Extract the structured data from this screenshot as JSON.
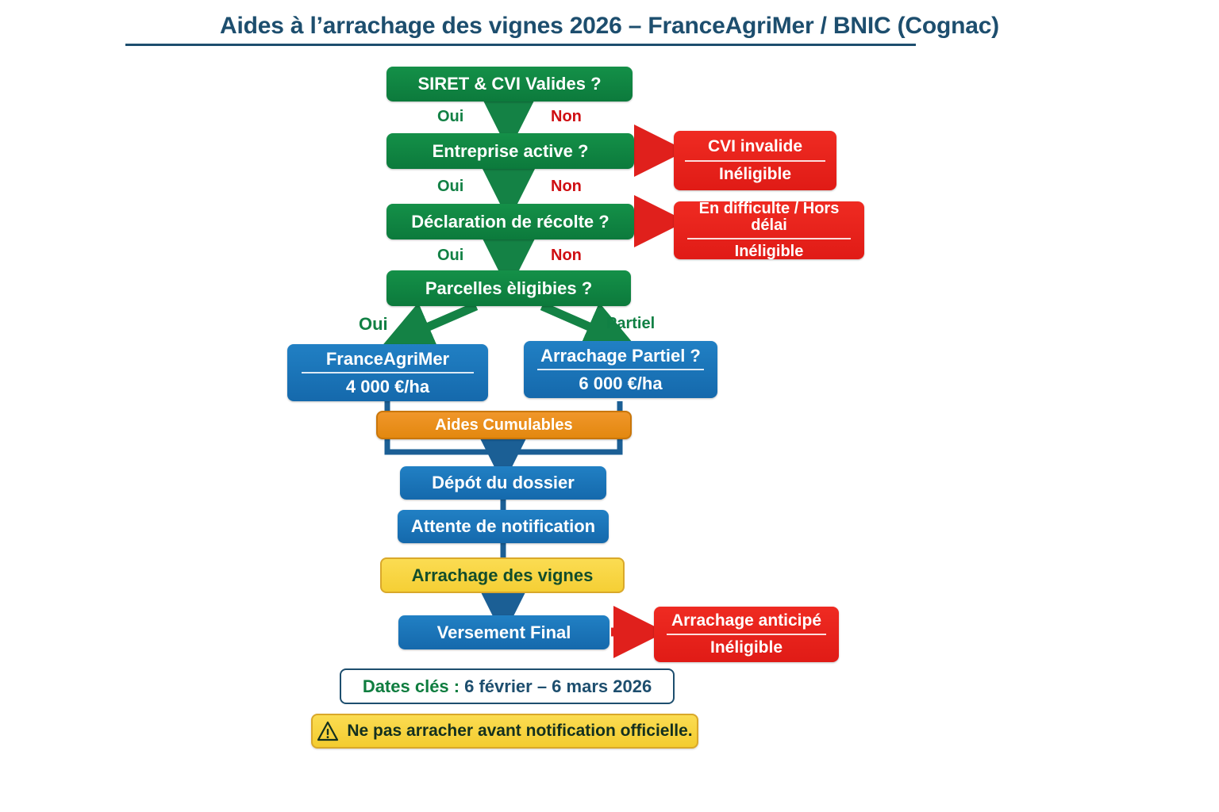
{
  "header": {
    "title": "Aides à l’arrachage des vignes 2026 – FranceAgriMer / BNIC (Cognac)"
  },
  "palette": {
    "green": "#0f8040",
    "red": "#e31e24",
    "blue": "#1a72b8",
    "orange": "#e8941a",
    "yellow": "#f5d547",
    "navy": "#1d4e6e"
  },
  "nodes": {
    "siret": {
      "label": "SIRET & CVI Valides ?"
    },
    "entreprise": {
      "label": "Entreprise active ?"
    },
    "declaration": {
      "label": "Déclaration de récolte ?"
    },
    "parcelles": {
      "label": "Parcelles èligibies ?"
    },
    "cvi_invalide": {
      "line1": "CVI invalide",
      "line2": "Inéligible"
    },
    "difficulte": {
      "line1": "En difficulte / Hors délai",
      "line2": "Inéligible"
    },
    "franceagrimer": {
      "line1": "FranceAgriMer",
      "line2": "4 000 €/ha"
    },
    "arrachage_partiel": {
      "line1": "Arrachage Partiel ?",
      "line2": "6 000 €/ha"
    },
    "aides_cumulables": {
      "label": "Aides Cumulables"
    },
    "depot": {
      "label": "Dépót du dossier"
    },
    "attente": {
      "label": "Attente de notification"
    },
    "arrachage_vignes": {
      "label": "Arrachage des vignes"
    },
    "versement": {
      "label": "Versement Final"
    },
    "anticipe": {
      "line1": "Arrachage anticipé",
      "line2": "Inéligible"
    }
  },
  "edge_labels": {
    "oui_1": "Oui",
    "non_1": "Non",
    "oui_2": "Oui",
    "non_2": "Non",
    "oui_3": "Oui",
    "non_3": "Non",
    "oui_4": "Oui",
    "partiel": "Partiel"
  },
  "footer": {
    "dates_key": "Dates clés :",
    "dates_value": "6 février – 6 mars 2026",
    "warning_icon": "warning-triangle-icon",
    "warning_text": "Ne pas arracher avant notification officielle."
  }
}
